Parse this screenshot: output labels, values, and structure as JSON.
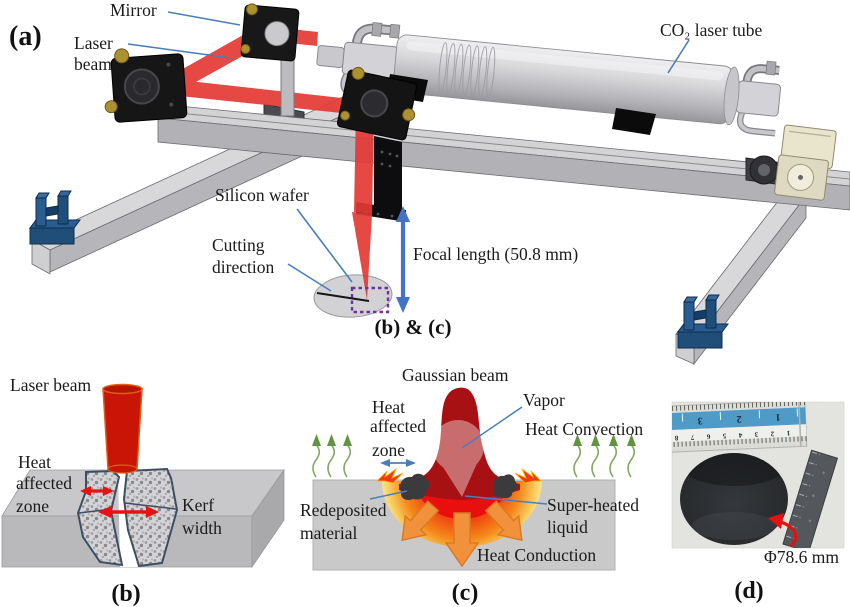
{
  "colors": {
    "beam_red": "#e43a35",
    "beam_dark_red": "#c81505",
    "leader_blue": "#4a7ebb",
    "focal_blue": "#4472c4",
    "callout_purple": "#7030a0",
    "gaussian_red": "#a81113",
    "melt_red": "#e90f0f",
    "conduction_orange": "#f2913c",
    "convection_green": "#5f9440",
    "arrow_red": "#e81212",
    "mount_blue": "#2a5d8f",
    "ruler_blue": "#4f9bc8"
  },
  "panel_a": {
    "tag": "(a)",
    "labels": {
      "mirror": "Mirror",
      "laser_line1": "Laser",
      "laser_line2": "beam",
      "co2_tube": "CO₂ laser tube",
      "silicon_wafer": "Silicon wafer",
      "cutting_line1": "Cutting",
      "cutting_line2": "direction",
      "focal_length": "Focal length (50.8 mm)",
      "bc_callout": "(b) & (c)"
    }
  },
  "panel_b": {
    "tag": "(b)",
    "labels": {
      "laser_beam": "Laser beam",
      "haz_line1": "Heat",
      "haz_line2": "affected",
      "haz_line3": "zone",
      "kerf_line1": "Kerf",
      "kerf_line2": "width"
    }
  },
  "panel_c": {
    "tag": "(c)",
    "labels": {
      "gaussian_beam": "Gaussian beam",
      "vapor": "Vapor",
      "haz_line1": "Heat",
      "haz_line2": "affected",
      "haz_line3": "zone",
      "heat_convection": "Heat Convection",
      "redeposited_line1": "Redeposited",
      "redeposited_line2": "material",
      "superheated_line1": "Super-heated",
      "superheated_line2": "liquid",
      "heat_conduction": "Heat Conduction"
    }
  },
  "panel_d": {
    "tag": "(d)",
    "diameter_label": "Φ78.6 mm",
    "ruler_blue_numbers": [
      "3",
      "2",
      "1"
    ],
    "ruler_white_numbers": [
      "8",
      "7",
      "6",
      "5",
      "4",
      "3",
      "2",
      "1"
    ]
  }
}
